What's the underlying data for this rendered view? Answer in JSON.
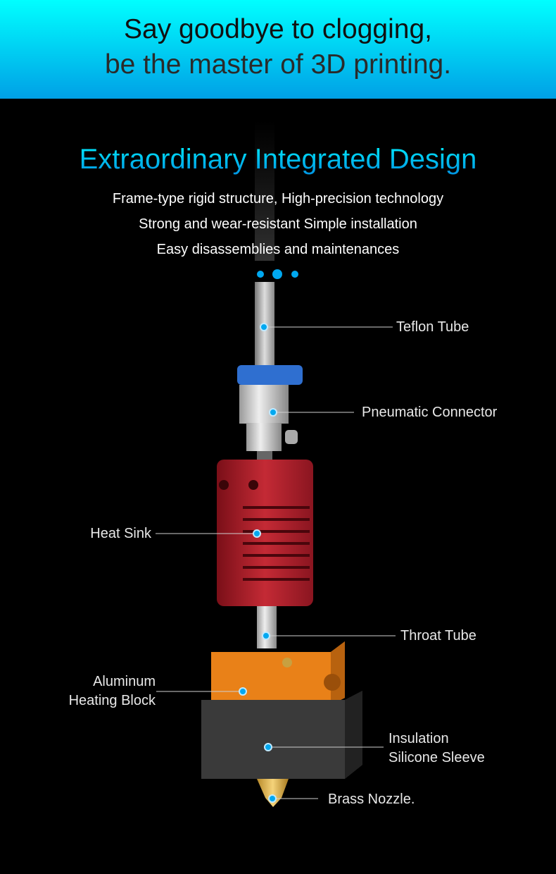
{
  "header": {
    "line1": "Say goodbye to clogging,",
    "line2": "be the master of 3D printing."
  },
  "section": {
    "title": "Extraordinary Integrated Design",
    "features": [
      "Frame-type rigid structure, High-precision technology",
      "Strong and wear-resistant Simple installation",
      "Easy disassemblies and maintenances"
    ]
  },
  "labels": {
    "teflon": "Teflon Tube",
    "pneumatic": "Pneumatic Connector",
    "heatsink": "Heat Sink",
    "throat": "Throat Tube",
    "block1": "Aluminum",
    "block2": "Heating Block",
    "sleeve1": "Insulation",
    "sleeve2": "Silicone Sleeve",
    "nozzle": "Brass Nozzle."
  },
  "colors": {
    "accent": "#00a8f0",
    "heatsink": "#b51c2a",
    "block": "#f08a1c"
  }
}
